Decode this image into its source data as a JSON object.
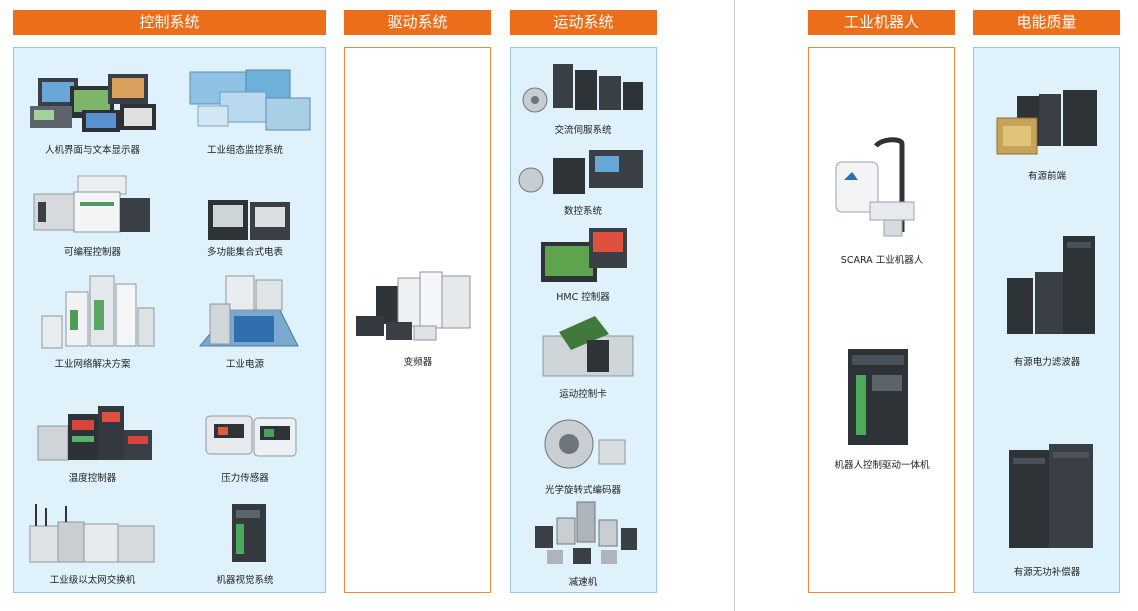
{
  "headers": {
    "control": "控制系统",
    "drive": "驱动系统",
    "motion": "运动系统",
    "robot": "工业机器人",
    "power": "电能质量"
  },
  "control_items": [
    "人机界面与文本显示器",
    "工业组态监控系统",
    "可编程控制器",
    "多功能集合式电表",
    "工业网络解决方案",
    "工业电源",
    "温度控制器",
    "压力传感器",
    "工业级以太网交换机",
    "机器视觉系统"
  ],
  "drive_items": [
    "变频器"
  ],
  "motion_items": [
    "交流伺服系统",
    "数控系统",
    "HMC 控制器",
    "运动控制卡",
    "光学旋转式编码器",
    "减速机"
  ],
  "robot_items": [
    "SCARA 工业机器人",
    "机器人控制驱动一体机"
  ],
  "power_items": [
    "有源前端",
    "有源电力滤波器",
    "有源无功补偿器"
  ],
  "colors": {
    "accent": "#ec6d1a",
    "panel_blue": "#dff2fb",
    "panel_border_blue": "#8fcbe6",
    "panel_border_orange": "#ec8a44"
  }
}
